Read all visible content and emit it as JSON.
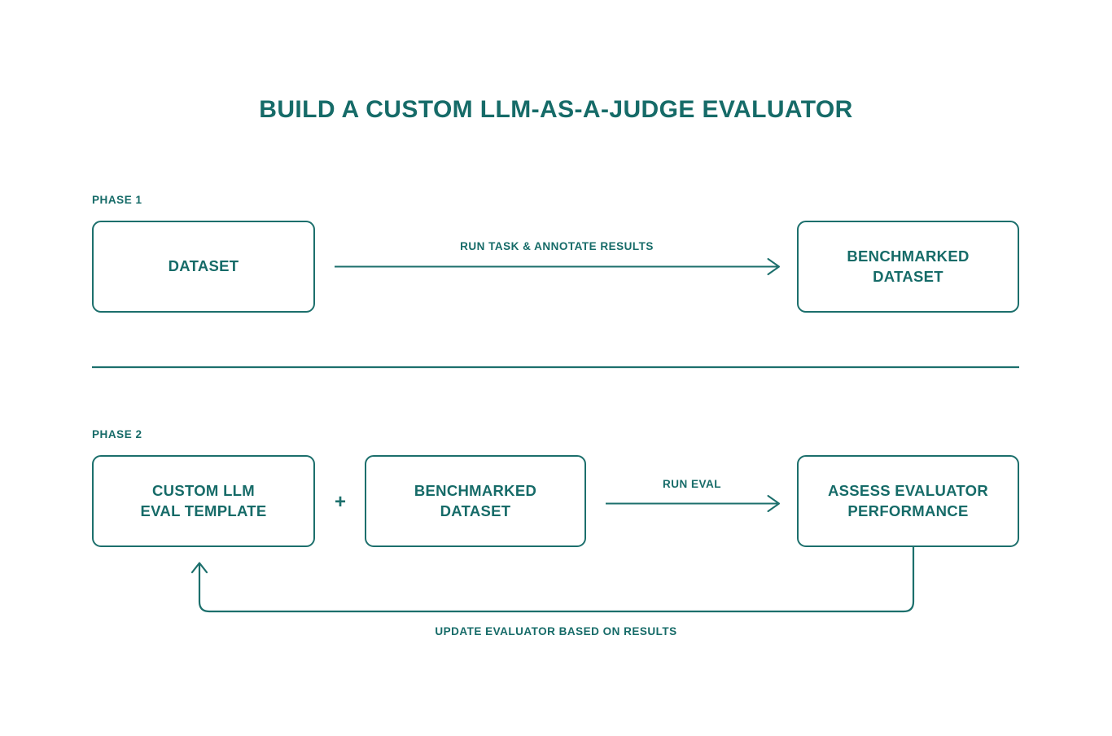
{
  "diagram": {
    "title": "BUILD A CUSTOM LLM-AS-A-JUDGE EVALUATOR",
    "background_color": "#ffffff",
    "accent_color": "#166b68",
    "stroke_color": "#1c6f6c"
  },
  "phase1": {
    "label": "PHASE 1",
    "nodes": {
      "dataset": "DATASET",
      "benchmarked_dataset": "BENCHMARKED\nDATASET"
    },
    "edge_label": "RUN TASK & ANNOTATE RESULTS"
  },
  "divider": {
    "present": true
  },
  "phase2": {
    "label": "PHASE 2",
    "nodes": {
      "custom_llm_eval_template": "CUSTOM LLM\nEVAL TEMPLATE",
      "benchmarked_dataset": "BENCHMARKED\nDATASET",
      "assess_evaluator_performance": "ASSESS EVALUATOR\nPERFORMANCE"
    },
    "plus": "+",
    "edge_label": "RUN EVAL",
    "loop_label": "UPDATE EVALUATOR BASED ON RESULTS"
  }
}
